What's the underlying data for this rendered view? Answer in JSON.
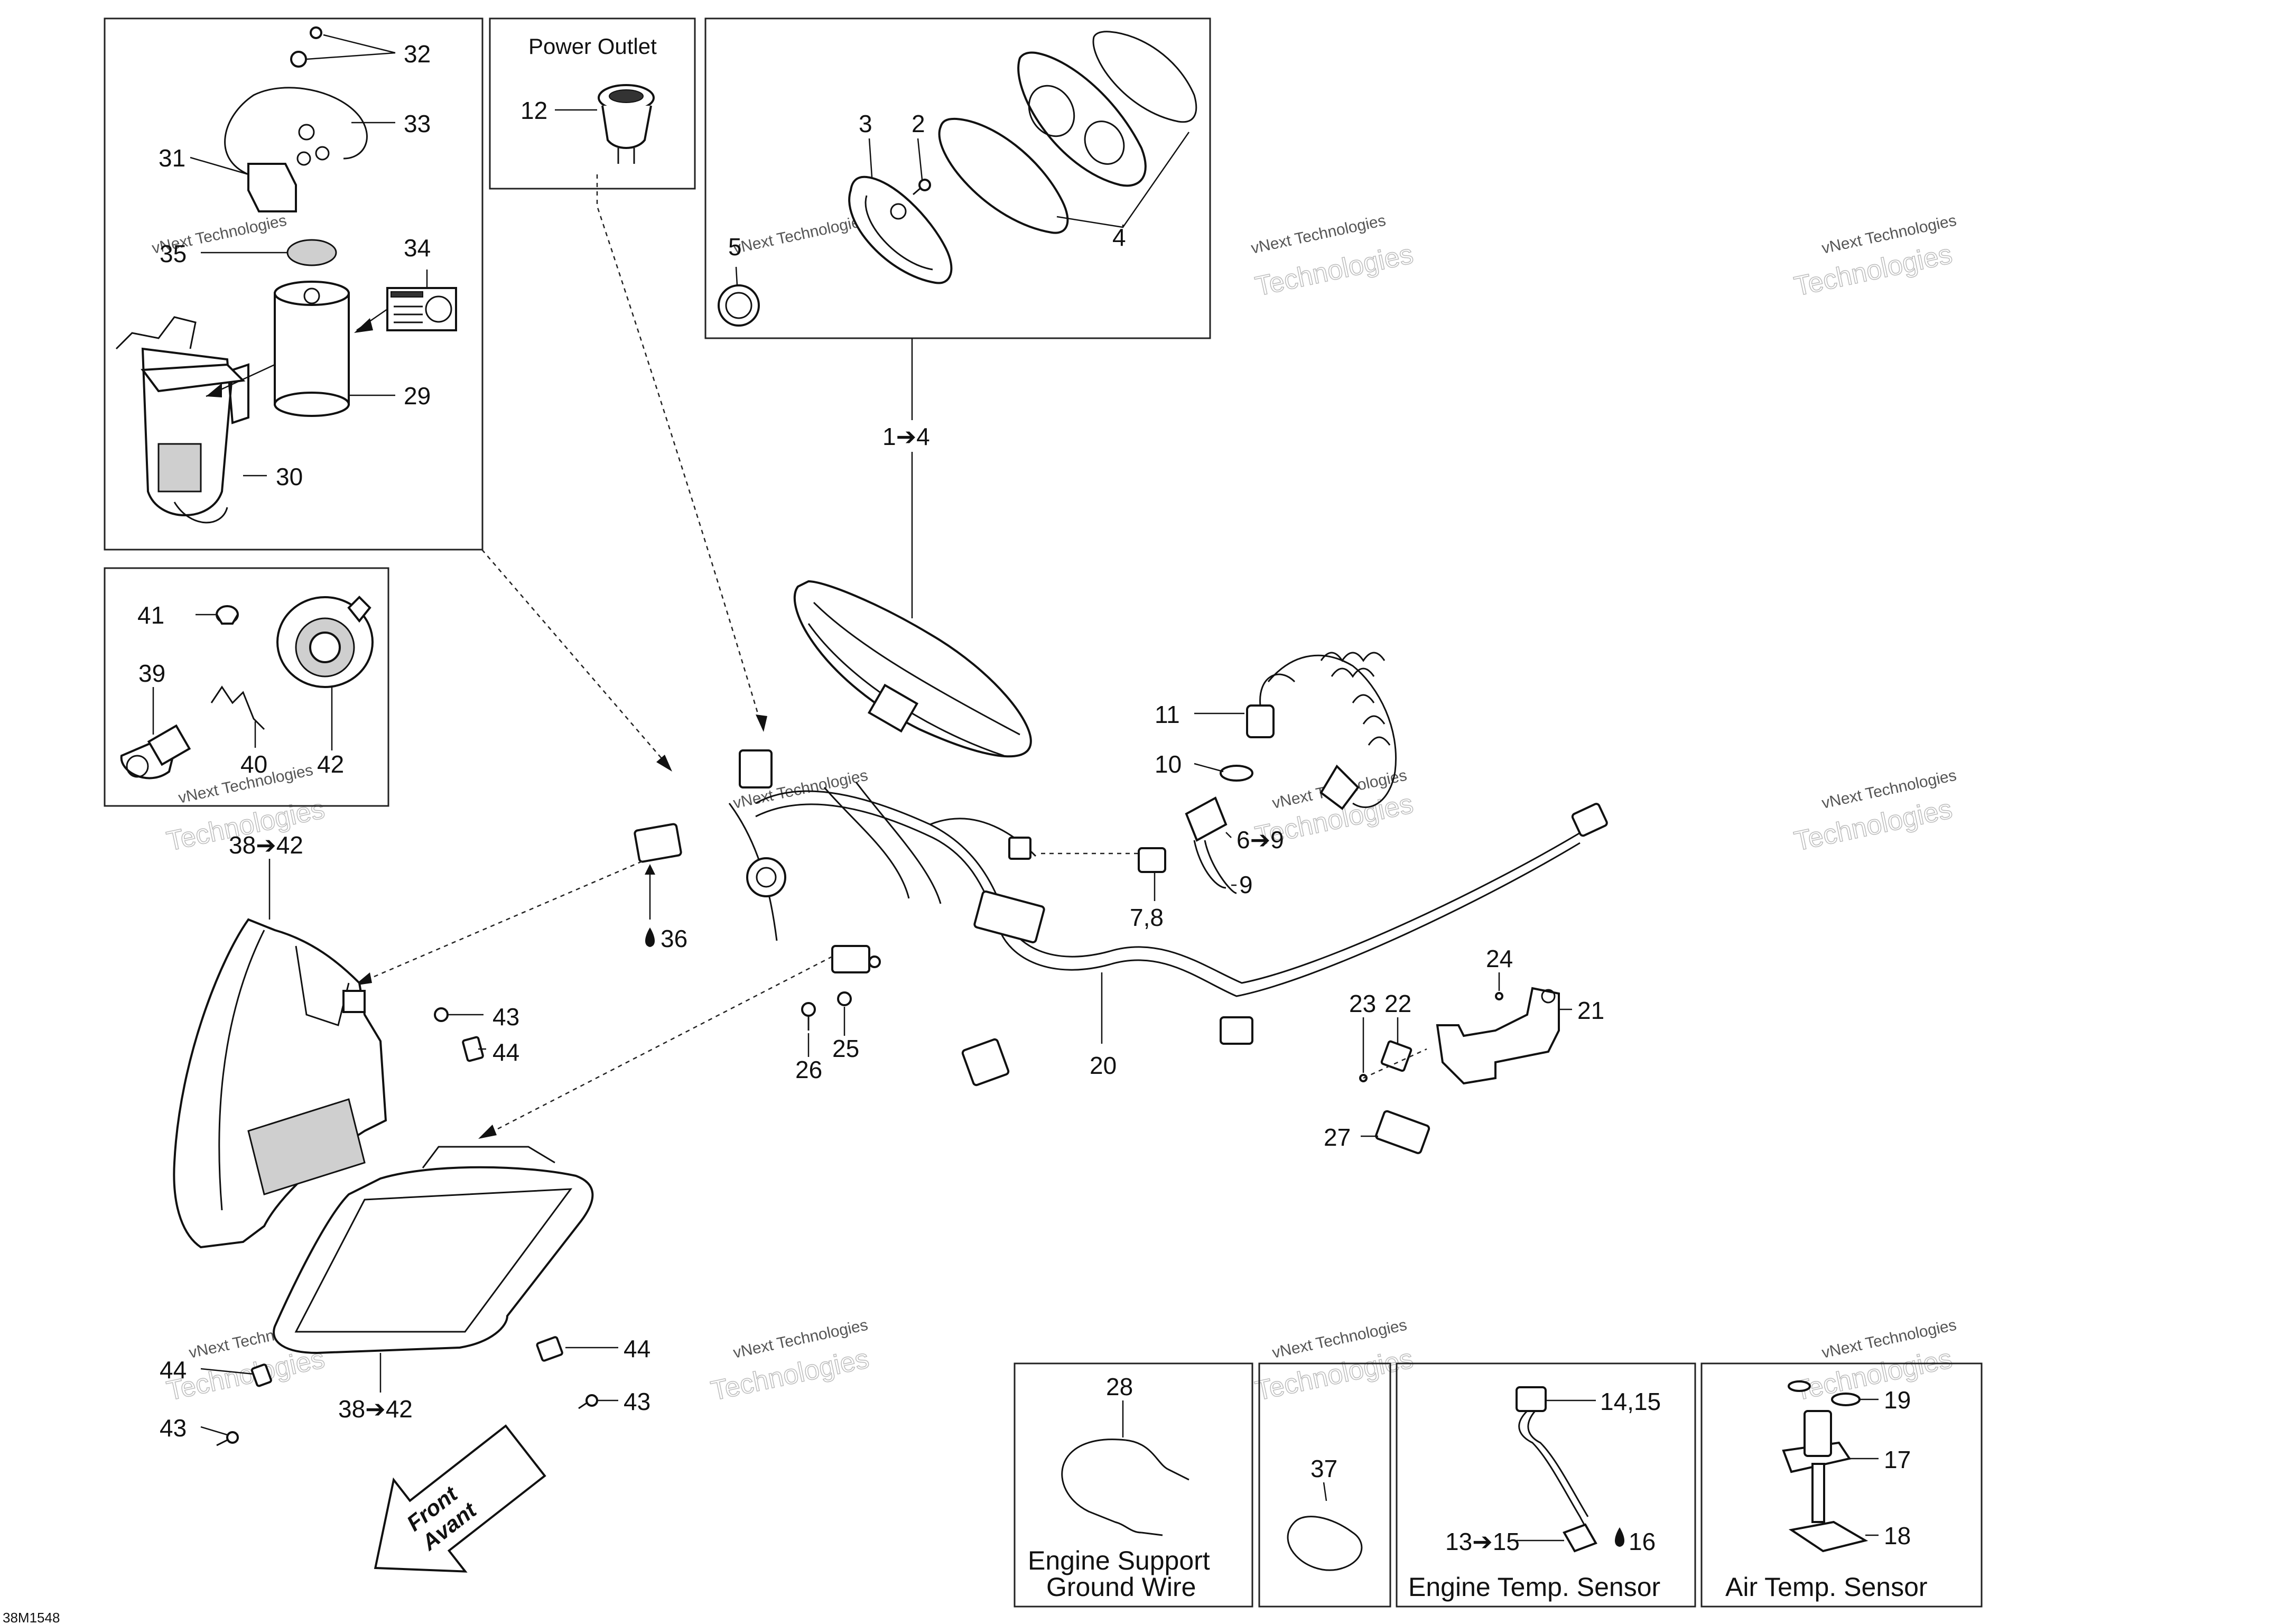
{
  "boxes": {
    "power_outlet_title": "Power Outlet",
    "engine_support_title_1": "Engine Support",
    "engine_support_title_2": "Ground Wire",
    "engine_temp_title": "Engine Temp. Sensor",
    "air_temp_title": "Air Temp. Sensor"
  },
  "front_arrow": {
    "line1": "Front",
    "line2": "Avant"
  },
  "drawing_code": "38M1548",
  "watermark": {
    "line1": "vNext Technologies",
    "line2": "vNext",
    "line3": "Technologies"
  },
  "callouts": {
    "c32": "32",
    "c33": "33",
    "c31": "31",
    "c35": "35",
    "c34": "34",
    "c29": "29",
    "c30": "30",
    "c12": "12",
    "c3": "3",
    "c2": "2",
    "c5": "5",
    "c4": "4",
    "c1_4": "1➔4",
    "c41": "41",
    "c39": "39",
    "c40": "40",
    "c42": "42",
    "c38_42a": "38➔42",
    "c11": "11",
    "c10": "10",
    "c6_9": "6➔9",
    "c9": "9",
    "c7_8": "7,8",
    "c36": "36",
    "c43a": "43",
    "c44a": "44",
    "c26": "26",
    "c25": "25",
    "c20": "20",
    "c24": "24",
    "c23": "23",
    "c22": "22",
    "c21": "21",
    "c27": "27",
    "c44b": "44",
    "c43b": "43",
    "c44c": "44",
    "c43c": "43",
    "c38_42b": "38➔42",
    "c28": "28",
    "c37": "37",
    "c14_15": "14,15",
    "c13_15": "13➔15",
    "c16": "16",
    "c19": "19",
    "c17": "17",
    "c18": "18"
  }
}
